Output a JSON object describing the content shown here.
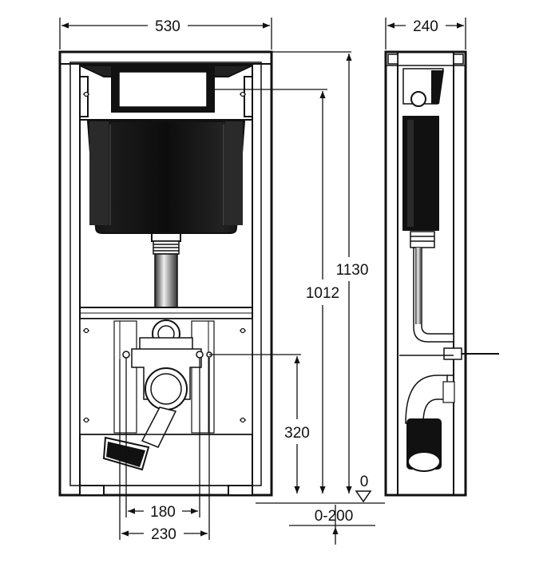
{
  "dimensions": {
    "front_width": "530",
    "side_depth": "240",
    "total_height": "1130",
    "actuator_height": "1012",
    "waste_height": "320",
    "bolt_spacing_inner": "180",
    "bolt_spacing_outer": "230",
    "floor_reference": "0",
    "floor_adjustment": "0-200"
  },
  "colors": {
    "line": "#111111",
    "tank_fill": "#111111",
    "frame_fill": "#ffffff"
  }
}
